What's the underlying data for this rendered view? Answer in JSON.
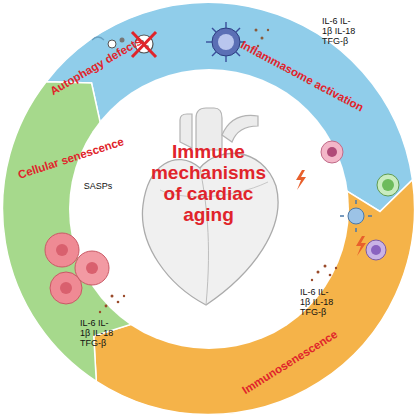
{
  "diagram": {
    "nodes": [
      {
        "text": [
          "Autophagy defects",
          "Inflammasome activation",
          "IL-6 IL-1β IL-18 TFG-β"
        ]
      },
      {
        "text": [
          "Immunosenescence",
          "IL-6 IL-1β IL-18 TFG-β"
        ]
      },
      {
        "text": [
          "Cellular senescence",
          "SASPs",
          "IL-6 IL-1β IL-18 TFG-β"
        ]
      },
      {
        "text": [
          "Immune mechanisms of cardiac aging"
        ]
      }
    ]
  }
}
